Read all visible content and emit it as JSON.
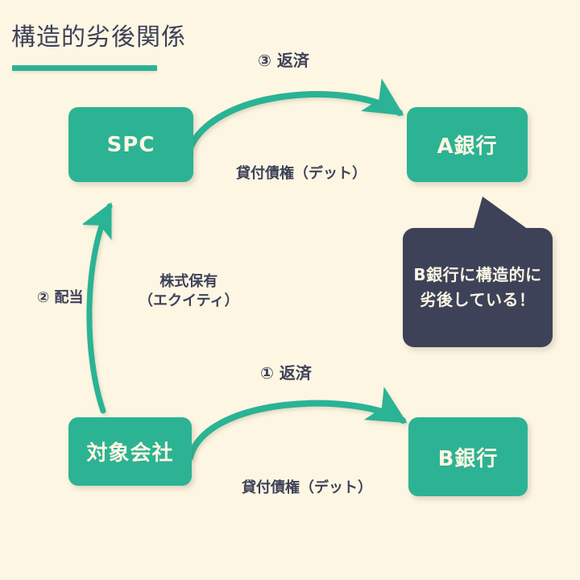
{
  "page": {
    "title": "構造的劣後関係",
    "background_color": "#fdf6e3",
    "accent_green": "#2cb394",
    "accent_navy": "#3e4259"
  },
  "nodes": {
    "spc": "SPC",
    "bank_a": "A銀行",
    "target": "対象会社",
    "bank_b": "B銀行"
  },
  "edges": {
    "step3_repayment": "③ 返済",
    "loan_claim_a": "貸付債権（デット）",
    "step1_repayment": "① 返済",
    "loan_claim_b": "貸付債権（デット）",
    "step2_dividend": "② 配当",
    "equity_line1": "株式保有",
    "equity_line2": "（エクイティ）"
  },
  "callout": {
    "line1": "B銀行に構造的に",
    "line2": "劣後している！"
  }
}
